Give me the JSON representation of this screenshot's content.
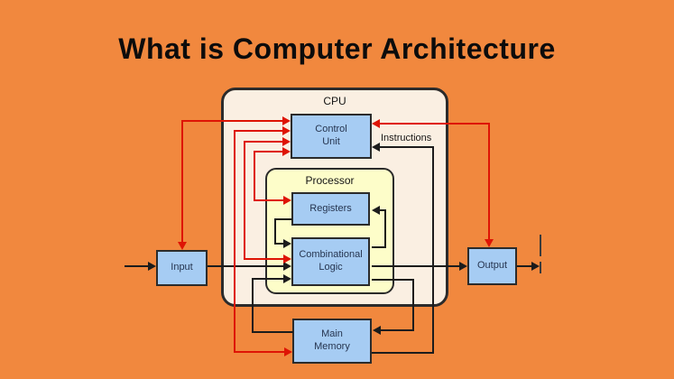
{
  "title": "What is Computer Architecture",
  "diagram": {
    "cpu_label": "CPU",
    "processor_label": "Processor",
    "control_unit_label": "Control\nUnit",
    "registers_label": "Registers",
    "combinational_logic_label": "Combinational\nLogic",
    "input_label": "Input",
    "output_label": "Output",
    "main_memory_label": "Main\nMemory",
    "instructions_label": "Instructions"
  },
  "colors": {
    "background": "#F1883E",
    "cpu_fill": "#FAEFE2",
    "processor_fill": "#FDFDC9",
    "box_fill": "#A6CCF3",
    "control_signal_red": "#DE1405",
    "data_signal_black": "#1C1C1C",
    "border": "#2B2B2B"
  }
}
